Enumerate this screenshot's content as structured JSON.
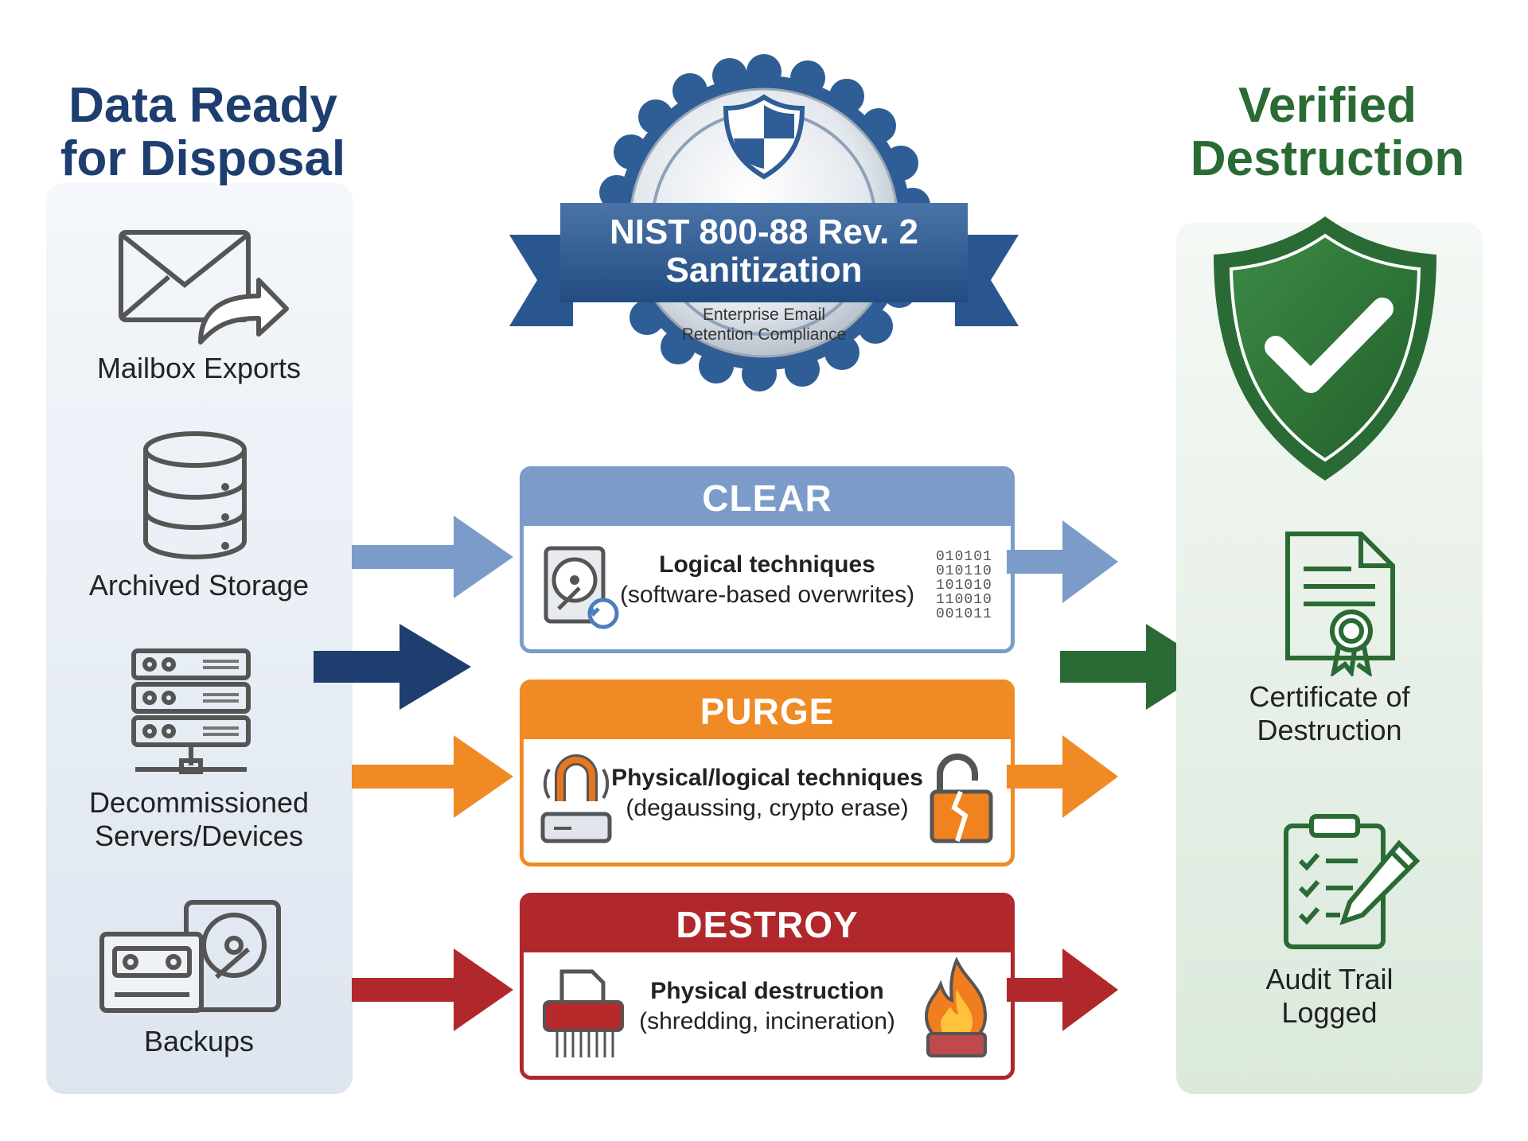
{
  "left_column": {
    "title_line1": "Data Ready",
    "title_line2": "for Disposal",
    "items": [
      {
        "label": "Mailbox Exports",
        "icon": "envelope-forward-icon"
      },
      {
        "label": "Archived Storage",
        "icon": "database-icon"
      },
      {
        "label_line1": "Decommissioned",
        "label_line2": "Servers/Devices",
        "icon": "server-rack-icon"
      },
      {
        "label": "Backups",
        "icon": "tape-and-disk-icon"
      }
    ]
  },
  "badge": {
    "title_line1": "NIST 800-88 Rev. 2",
    "title_line2": "Sanitization",
    "sub_line1": "Enterprise Email",
    "sub_line2": "Retention Compliance",
    "icon": "shield-icon"
  },
  "methods": [
    {
      "name": "CLEAR",
      "desc_line1": "Logical techniques",
      "desc_line2": "(software-based overwrites)",
      "color": "#7b9cc9",
      "binary": [
        "010101",
        "010110",
        "101010",
        "110010",
        "001011"
      ]
    },
    {
      "name": "PURGE",
      "desc_line1": "Physical/logical techniques",
      "desc_line2": "(degaussing, crypto erase)",
      "color": "#ef8a24"
    },
    {
      "name": "DESTROY",
      "desc_line1": "Physical destruction",
      "desc_line2": "(shredding, incineration)",
      "color": "#b0282b"
    }
  ],
  "right_column": {
    "title_line1": "Verified",
    "title_line2": "Destruction",
    "items": [
      {
        "label_line1": "Certificate of",
        "label_line2": "Destruction",
        "icon": "certificate-icon"
      },
      {
        "label_line1": "Audit Trail",
        "label_line2": "Logged",
        "icon": "clipboard-checklist-icon"
      }
    ]
  },
  "colors": {
    "navy": "#1d3e6e",
    "green": "#2a6b35",
    "clear_blue": "#7b9cc9",
    "purge_orange": "#ef8a24",
    "destroy_red": "#b0282b"
  }
}
